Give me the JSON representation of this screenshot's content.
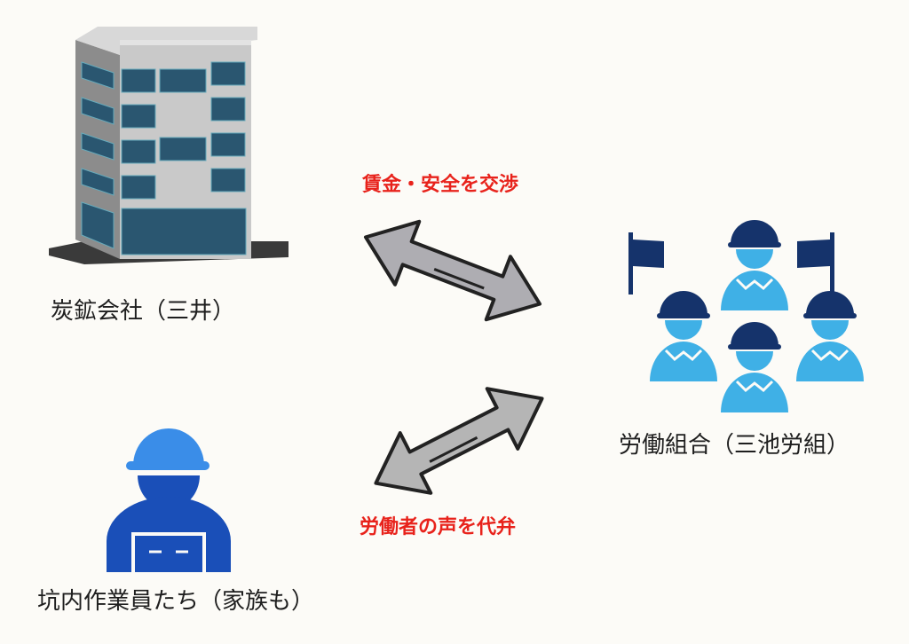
{
  "nodes": {
    "company": {
      "label": "炭鉱会社（三井）",
      "icon": "office-building-icon"
    },
    "union": {
      "label": "労働組合（三池労組）",
      "icon": "union-workers-group-icon"
    },
    "miners": {
      "label": "坑内作業員たち（家族も）",
      "icon": "miner-worker-icon"
    }
  },
  "edges": [
    {
      "from": "union",
      "to": "company",
      "label": "賃金・安全を交渉"
    },
    {
      "from": "union",
      "to": "miners",
      "label": "労働者の声を代弁"
    }
  ],
  "colors": {
    "accent": "#e8221b",
    "navy": "#15336b",
    "lightBlue": "#3fb0e6",
    "workerBlue": "#1a4fb8",
    "arrow": "#aeadb2"
  }
}
